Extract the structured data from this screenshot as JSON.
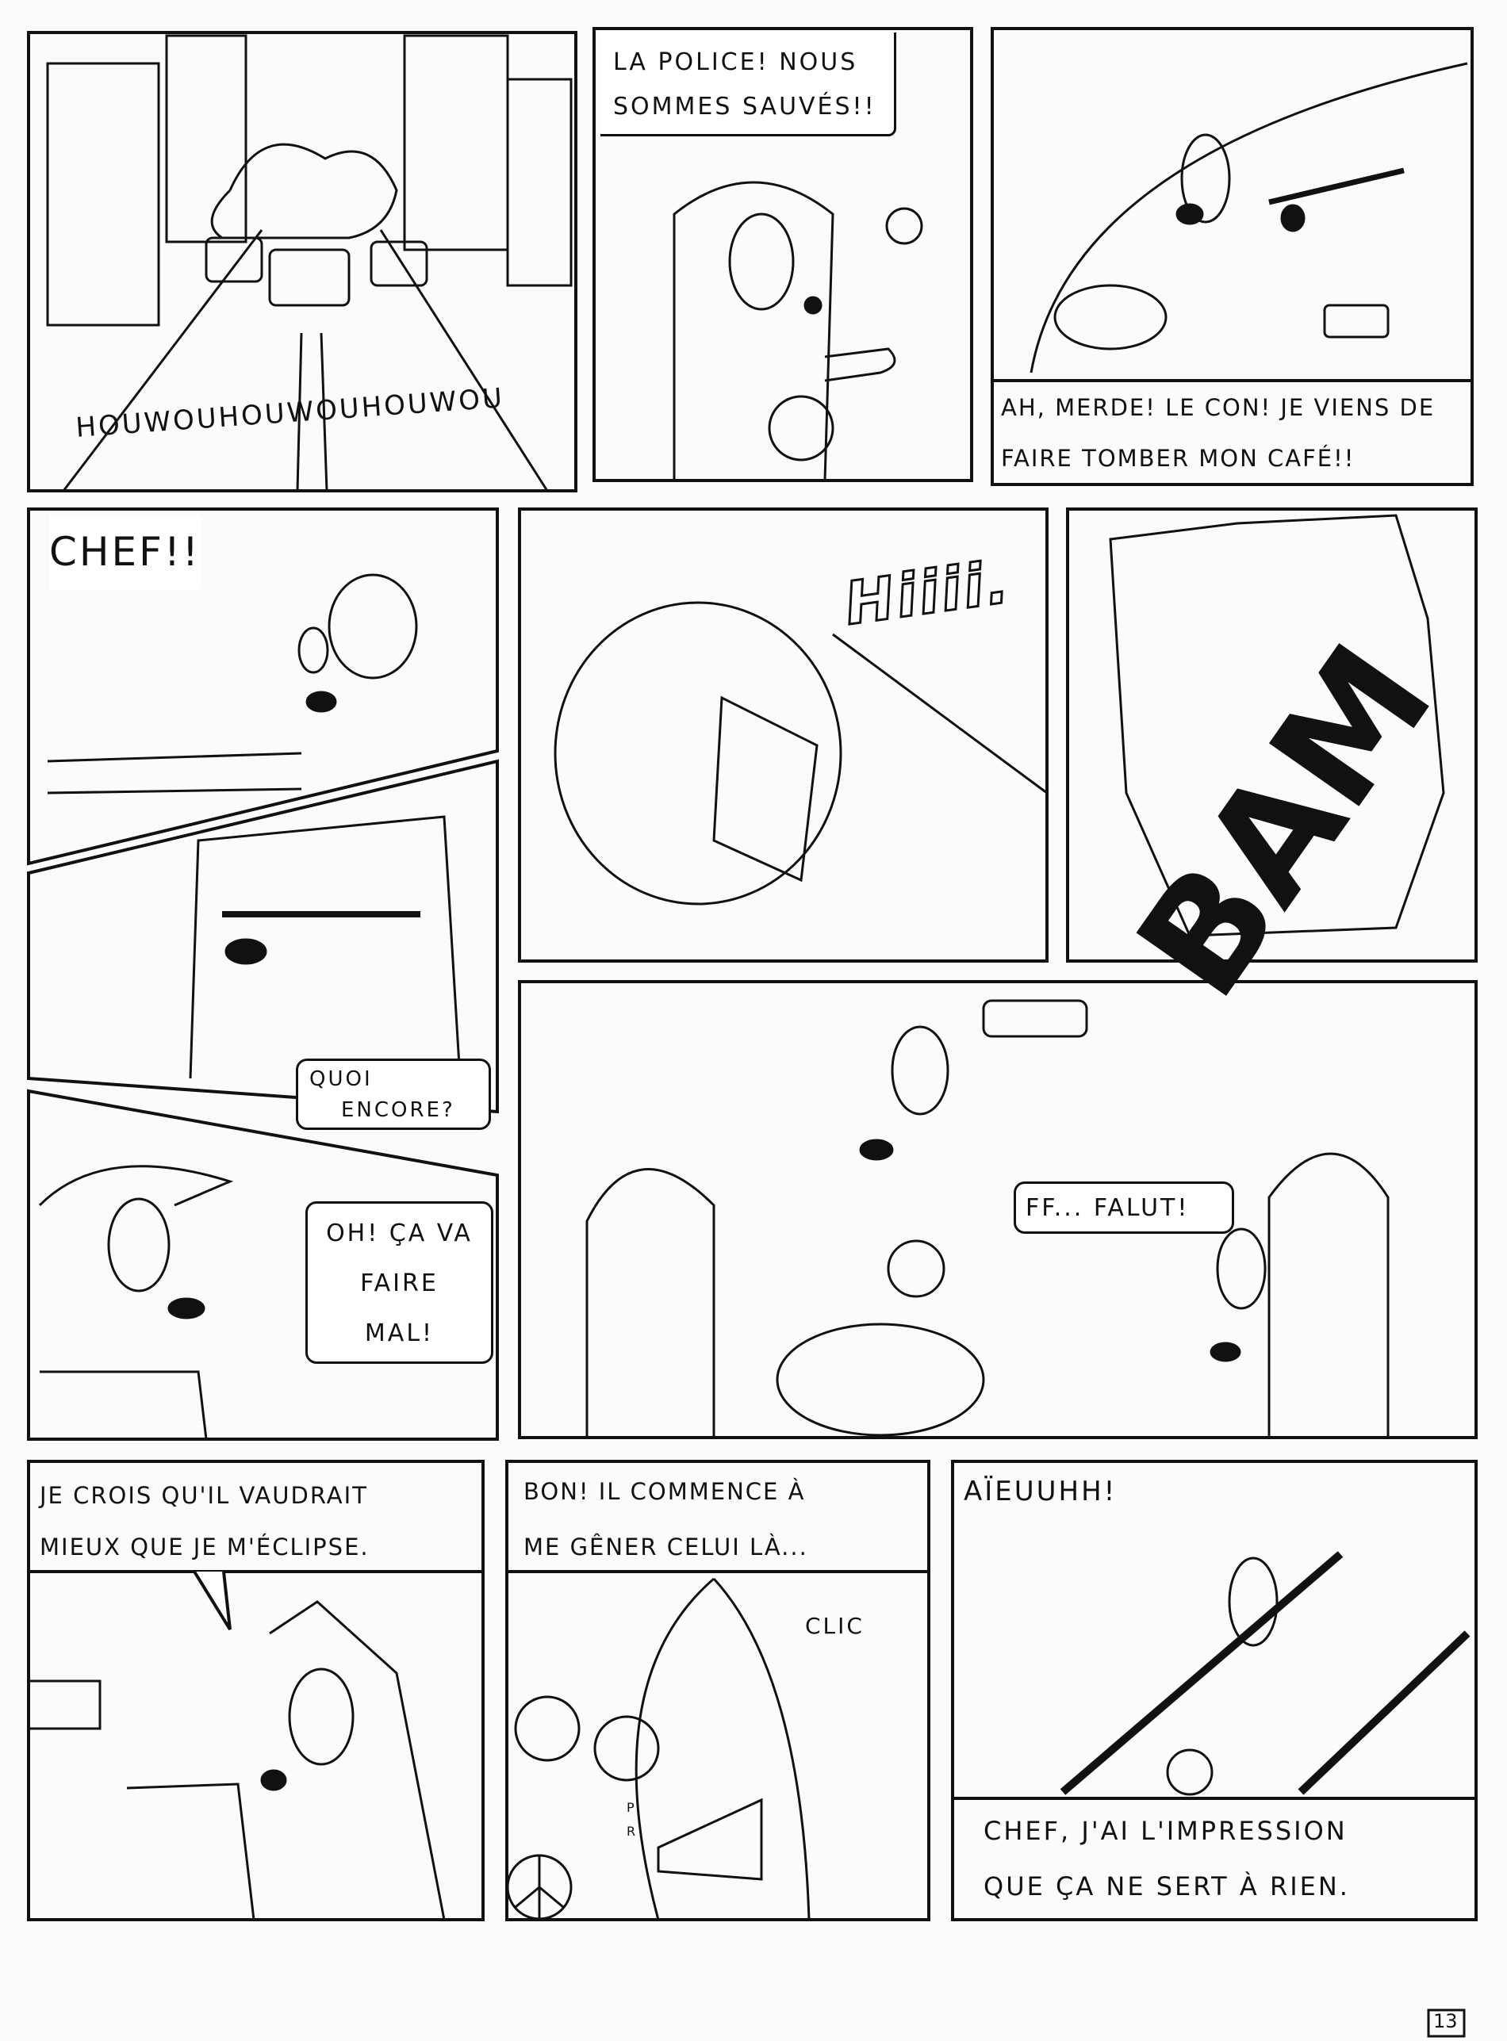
{
  "page_number": "13",
  "panels": [
    {
      "id": 1,
      "sfx": "HOUWOUHOUWOUHOUWOU"
    },
    {
      "id": 2,
      "balloon": [
        "LA POLICE! NOUS",
        "SOMMES SAUVÉS!!"
      ]
    },
    {
      "id": 3,
      "caption": [
        "AH, MERDE! LE CON! JE VIENS DE",
        "FAIRE TOMBER MON CAFÉ!!"
      ]
    },
    {
      "id": 4,
      "balloon": "CHEF!!"
    },
    {
      "id": 5,
      "balloon": [
        "QUOI",
        "ENCORE?"
      ]
    },
    {
      "id": 6,
      "balloon": [
        "OH! ÇA VA",
        "FAIRE",
        "MAL!"
      ]
    },
    {
      "id": 7,
      "sfx": "Hiiii."
    },
    {
      "id": 8,
      "sfx": "BAM"
    },
    {
      "id": 9,
      "balloon": "FF... FALUT!"
    },
    {
      "id": 10,
      "caption": [
        "JE CROIS QU'IL VAUDRAIT",
        "MIEUX QUE JE M'ÉCLIPSE."
      ]
    },
    {
      "id": 11,
      "caption": [
        "BON! IL COMMENCE À",
        "ME GÊNER CELUI LÀ..."
      ],
      "sfx": "CLIC",
      "lever_labels": [
        "P",
        "R"
      ]
    },
    {
      "id": 12,
      "balloon": "AÏEUUHH!",
      "caption": [
        "CHEF, J'AI L'IMPRESSION",
        "QUE ÇA NE SERT À RIEN."
      ]
    }
  ]
}
